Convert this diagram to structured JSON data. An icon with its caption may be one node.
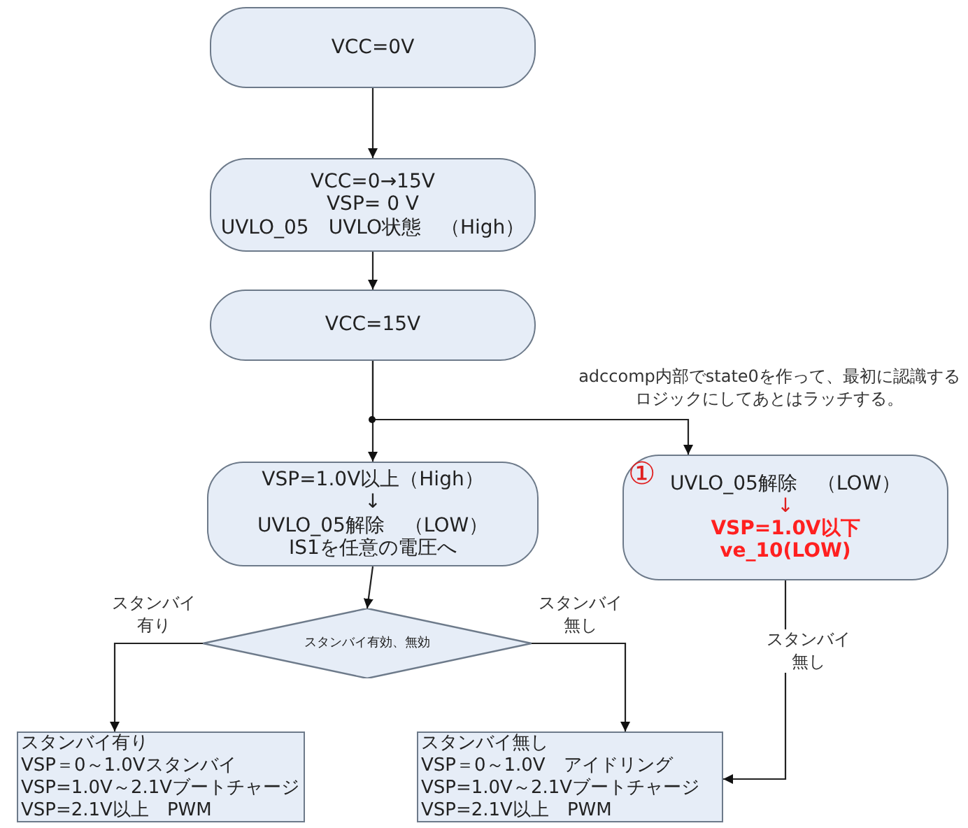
{
  "diagram": {
    "nodes": [
      {
        "text": [
          "VCC=0V"
        ]
      },
      {
        "text": [
          "VCC=0→15V",
          "VSP= 0 V",
          "UVLO_05　UVLO状態　（High）"
        ]
      },
      {
        "text": [
          "VCC=15V"
        ]
      },
      {
        "text": [
          "VSP=1.0V以上（High）",
          "↓",
          "UVLO_05解除　（LOW）",
          "IS1を任意の電圧へ"
        ]
      },
      {
        "text": [
          "①",
          "UVLO_05解除　（LOW）",
          "↓",
          "VSP=1.0V以下",
          "ve_10(LOW)"
        ]
      },
      {
        "text": [
          "スタンバイ有効、無効"
        ]
      },
      {
        "text": [
          "スタンバイ有り",
          "VSP＝0～1.0Vスタンバイ",
          "VSP=1.0V～2.1Vブートチャージ",
          "VSP=2.1V以上　PWM"
        ]
      },
      {
        "text": [
          "スタンバイ無し",
          "VSP＝0～1.0V　アイドリング",
          "VSP=1.0V～2.1Vブートチャージ",
          "VSP=2.1V以上　PWM"
        ]
      }
    ],
    "edges": [
      {
        "from": 0,
        "to": 1,
        "arrow": "to"
      },
      {
        "from": 1,
        "to": 2,
        "arrow": "to"
      },
      {
        "from": 2,
        "to": 3,
        "arrow": "to"
      },
      {
        "from": 2,
        "to": 4,
        "arrow": "to",
        "label": "adccomp内部でstate0を作って、最初に認識するロジックにしてあとはラッチする。"
      },
      {
        "from": 3,
        "to": 5,
        "arrow": "to"
      },
      {
        "from": 5,
        "to": 6,
        "arrow": "to",
        "label": "スタンバイ有り"
      },
      {
        "from": 5,
        "to": 7,
        "arrow": "to",
        "label": "スタンバイ無し"
      },
      {
        "from": 4,
        "to": 7,
        "arrow": "to",
        "label": "スタンバイ無し"
      }
    ]
  }
}
